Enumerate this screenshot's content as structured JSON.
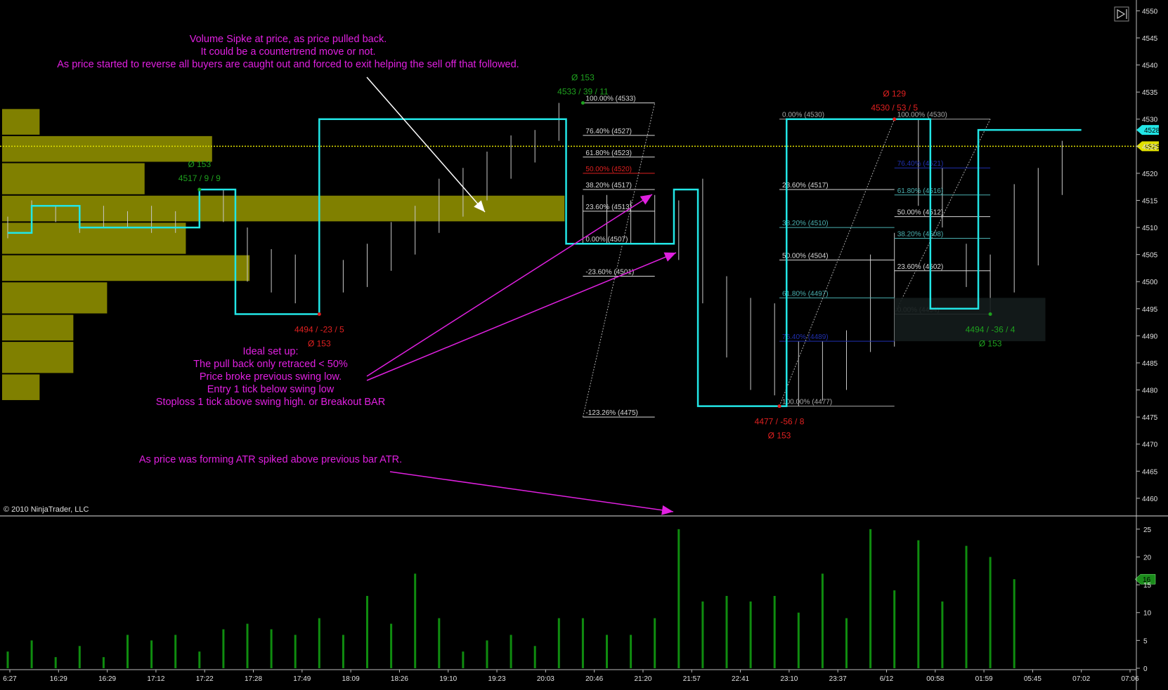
{
  "copyright": "© 2010 NinjaTrader, LLC",
  "colors": {
    "price_line": "#22e6e6",
    "volume_profile": "#808000",
    "volume_bar": "#0f8c0f",
    "annotation": "#e020e0",
    "fib_line": "#d8d8d8",
    "current_price": "#e0e000"
  },
  "chart_data": [
    {
      "type": "line",
      "title": "",
      "price_axis": {
        "ylim": [
          4457,
          4552
        ],
        "ticks": [
          4460,
          4465,
          4470,
          4475,
          4480,
          4485,
          4490,
          4495,
          4500,
          4505,
          4510,
          4515,
          4520,
          4525,
          4530,
          4535,
          4540,
          4545,
          4550
        ],
        "current_price": 4525,
        "last_price": 4528
      },
      "time_labels": [
        "6:27",
        "16:29",
        "16:29",
        "17:12",
        "17:22",
        "17:28",
        "17:49",
        "18:09",
        "18:26",
        "19:10",
        "19:23",
        "20:03",
        "20:46",
        "21:20",
        "21:57",
        "22:41",
        "23:10",
        "23:37",
        "6/12",
        "00:58",
        "01:59",
        "05:45",
        "07:02",
        "07:06"
      ],
      "step_price": [
        {
          "x": 0,
          "y": 4509
        },
        {
          "x": 1,
          "y": 4509
        },
        {
          "x": 1,
          "y": 4514
        },
        {
          "x": 3,
          "y": 4514
        },
        {
          "x": 3,
          "y": 4510
        },
        {
          "x": 8,
          "y": 4510
        },
        {
          "x": 8,
          "y": 4517
        },
        {
          "x": 9.5,
          "y": 4517
        },
        {
          "x": 9.5,
          "y": 4494
        },
        {
          "x": 13,
          "y": 4494
        },
        {
          "x": 13,
          "y": 4530
        },
        {
          "x": 23.3,
          "y": 4530
        },
        {
          "x": 23.3,
          "y": 4507
        },
        {
          "x": 27.8,
          "y": 4507
        },
        {
          "x": 27.8,
          "y": 4517
        },
        {
          "x": 28.8,
          "y": 4517
        },
        {
          "x": 28.8,
          "y": 4477
        },
        {
          "x": 32.5,
          "y": 4477
        },
        {
          "x": 32.5,
          "y": 4530
        },
        {
          "x": 38.5,
          "y": 4530
        },
        {
          "x": 38.5,
          "y": 4495
        },
        {
          "x": 40.5,
          "y": 4495
        },
        {
          "x": 40.5,
          "y": 4528
        },
        {
          "x": 44.8,
          "y": 4528
        }
      ],
      "price_bars": [
        {
          "x": 0,
          "high": 4512,
          "low": 4508
        },
        {
          "x": 1,
          "high": 4515,
          "low": 4509
        },
        {
          "x": 2,
          "high": 4514,
          "low": 4511
        },
        {
          "x": 3,
          "high": 4513,
          "low": 4509
        },
        {
          "x": 4,
          "high": 4514,
          "low": 4510
        },
        {
          "x": 5,
          "high": 4513,
          "low": 4510
        },
        {
          "x": 6,
          "high": 4514,
          "low": 4509
        },
        {
          "x": 7,
          "high": 4513,
          "low": 4509
        },
        {
          "x": 8,
          "high": 4516,
          "low": 4510
        },
        {
          "x": 9,
          "high": 4517,
          "low": 4511
        },
        {
          "x": 10,
          "high": 4510,
          "low": 4500
        },
        {
          "x": 11,
          "high": 4506,
          "low": 4498
        },
        {
          "x": 12,
          "high": 4505,
          "low": 4496
        },
        {
          "x": 13,
          "high": 4502,
          "low": 4494
        },
        {
          "x": 14,
          "high": 4504,
          "low": 4498
        },
        {
          "x": 15,
          "high": 4507,
          "low": 4499
        },
        {
          "x": 16,
          "high": 4511,
          "low": 4502
        },
        {
          "x": 17,
          "high": 4514,
          "low": 4505
        },
        {
          "x": 18,
          "high": 4519,
          "low": 4509
        },
        {
          "x": 19,
          "high": 4521,
          "low": 4512
        },
        {
          "x": 20,
          "high": 4524,
          "low": 4515
        },
        {
          "x": 21,
          "high": 4527,
          "low": 4519
        },
        {
          "x": 22,
          "high": 4528,
          "low": 4522
        },
        {
          "x": 23,
          "high": 4533,
          "low": 4526
        },
        {
          "x": 24,
          "high": 4516,
          "low": 4507
        },
        {
          "x": 25,
          "high": 4516,
          "low": 4507
        },
        {
          "x": 26,
          "high": 4515,
          "low": 4507
        },
        {
          "x": 27,
          "high": 4516,
          "low": 4507
        },
        {
          "x": 28,
          "high": 4515,
          "low": 4504
        },
        {
          "x": 29,
          "high": 4519,
          "low": 4496
        },
        {
          "x": 30,
          "high": 4501,
          "low": 4486
        },
        {
          "x": 31,
          "high": 4497,
          "low": 4480
        },
        {
          "x": 32,
          "high": 4496,
          "low": 4479
        },
        {
          "x": 33,
          "high": 4489,
          "low": 4477
        },
        {
          "x": 34,
          "high": 4489,
          "low": 4478
        },
        {
          "x": 35,
          "high": 4491,
          "low": 4480
        },
        {
          "x": 36,
          "high": 4505,
          "low": 4487
        },
        {
          "x": 37,
          "high": 4509,
          "low": 4488
        },
        {
          "x": 38,
          "high": 4530,
          "low": 4514
        },
        {
          "x": 39,
          "high": 4521,
          "low": 4510
        },
        {
          "x": 40,
          "high": 4507,
          "low": 4499
        },
        {
          "x": 41,
          "high": 4505,
          "low": 4494
        },
        {
          "x": 42,
          "high": 4518,
          "low": 4498
        },
        {
          "x": 43,
          "high": 4521,
          "low": 4503
        },
        {
          "x": 44,
          "high": 4526,
          "low": 4516
        }
      ],
      "volume_profile": [
        {
          "low": 4527,
          "high": 4532,
          "vol": 1.0
        },
        {
          "low": 4522,
          "high": 4527,
          "vol": 5.6
        },
        {
          "low": 4516,
          "high": 4522,
          "vol": 3.8
        },
        {
          "low": 4511,
          "high": 4516,
          "vol": 15.0
        },
        {
          "low": 4505,
          "high": 4511,
          "vol": 4.9
        },
        {
          "low": 4500,
          "high": 4505,
          "vol": 6.6
        },
        {
          "low": 4494,
          "high": 4500,
          "vol": 2.8
        },
        {
          "low": 4489,
          "high": 4494,
          "vol": 1.9
        },
        {
          "low": 4483,
          "high": 4489,
          "vol": 1.9
        },
        {
          "low": 4478,
          "high": 4483,
          "vol": 1.0
        }
      ],
      "fib_sets": [
        {
          "x1": 24,
          "x2": 27,
          "lines": [
            {
              "label": "100.00% (4533)",
              "price": 4533,
              "color": "#d8d8d8"
            },
            {
              "label": "76.40% (4527)",
              "price": 4527,
              "color": "#d8d8d8"
            },
            {
              "label": "61.80% (4523)",
              "price": 4523,
              "color": "#d8d8d8"
            },
            {
              "label": "50.00% (4520)",
              "price": 4520,
              "color": "#e02020"
            },
            {
              "label": "38.20% (4517)",
              "price": 4517,
              "color": "#d8d8d8"
            },
            {
              "label": "23.60% (4513)",
              "price": 4513,
              "color": "#d8d8d8"
            },
            {
              "label": "0.00% (4507)",
              "price": 4507,
              "color": "#d8d8d8"
            },
            {
              "label": "-23.60% (4501)",
              "price": 4501,
              "color": "#d8d8d8"
            },
            {
              "label": "-123.26% (4475)",
              "price": 4475,
              "color": "#d8d8d8"
            }
          ]
        },
        {
          "x1": 32.2,
          "x2": 37,
          "lines": [
            {
              "label": "0.00% (4530)",
              "price": 4530,
              "color": "#a8a8a8"
            },
            {
              "label": "23.60% (4517)",
              "price": 4517,
              "color": "#d8d8d8"
            },
            {
              "label": "38.20% (4510)",
              "price": 4510,
              "color": "#4ab0b0"
            },
            {
              "label": "50.00% (4504)",
              "price": 4504,
              "color": "#d8d8d8"
            },
            {
              "label": "61.80% (4497)",
              "price": 4497,
              "color": "#4ab0b0"
            },
            {
              "label": "76.40% (4489)",
              "price": 4489,
              "color": "#2030b0"
            },
            {
              "label": "100.00% (4477)",
              "price": 4477,
              "color": "#a8a8a8"
            }
          ]
        },
        {
          "x1": 37,
          "x2": 41,
          "lines": [
            {
              "label": "100.00% (4530)",
              "price": 4530,
              "color": "#a8a8a8"
            },
            {
              "label": "76.40% (4521)",
              "price": 4521,
              "color": "#2030b0"
            },
            {
              "label": "61.80% (4516)",
              "price": 4516,
              "color": "#4ab0b0"
            },
            {
              "label": "50.00% (4512)",
              "price": 4512,
              "color": "#d8d8d8"
            },
            {
              "label": "38.20% (4508)",
              "price": 4508,
              "color": "#4ab0b0"
            },
            {
              "label": "23.60% (4502)",
              "price": 4502,
              "color": "#d8d8d8"
            },
            {
              "label": "0.00% (4494)",
              "price": 4494,
              "color": "#a8a8a8"
            }
          ]
        }
      ],
      "swing_labels": [
        {
          "x": 8,
          "price": 4517,
          "lines": [
            "Ø 153",
            "4517 / 9 / 9"
          ],
          "color": "#1ea01e",
          "pos": "above"
        },
        {
          "x": 13,
          "price": 4494,
          "lines": [
            "4494 / -23 / 5",
            "Ø 153"
          ],
          "color": "#e02020",
          "pos": "below"
        },
        {
          "x": 24,
          "price": 4533,
          "lines": [
            "Ø 153",
            "4533 / 39 / 11"
          ],
          "color": "#1ea01e",
          "pos": "above"
        },
        {
          "x": 32.2,
          "price": 4477,
          "lines": [
            "4477 / -56 / 8",
            "Ø 153"
          ],
          "color": "#e02020",
          "pos": "below"
        },
        {
          "x": 37,
          "price": 4530,
          "lines": [
            "Ø 129",
            "4530 / 53 / 5"
          ],
          "color": "#e02020",
          "pos": "above"
        },
        {
          "x": 41,
          "price": 4494,
          "lines": [
            "4494 / -36 / 4",
            "Ø 153"
          ],
          "color": "#1ea01e",
          "pos": "below"
        }
      ],
      "annotations": [
        {
          "lines": [
            "Volume Sipke at price, as price pulled back.",
            "It could be a countertrend move or not.",
            "As price started to reverse all buyers are caught out and forced to exit helping the sell off that followed."
          ]
        },
        {
          "lines": [
            "Ideal set up:",
            "The pull back only retraced < 50%",
            "Price broke previous swing low.",
            "Entry 1 tick below swing low",
            "Stoploss 1 tick above swing high. or Breakout BAR"
          ]
        },
        {
          "lines": [
            "As price was forming ATR spiked above previous bar ATR."
          ]
        }
      ]
    },
    {
      "type": "bar",
      "title": "",
      "ylim": [
        0,
        27
      ],
      "ticks": [
        0,
        5,
        10,
        15,
        20,
        25
      ],
      "last_value": 16,
      "values": [
        3,
        5,
        2,
        4,
        2,
        6,
        5,
        6,
        3,
        7,
        8,
        7,
        6,
        9,
        6,
        13,
        8,
        17,
        9,
        3,
        5,
        6,
        4,
        9,
        9,
        6,
        6,
        9,
        25,
        12,
        13,
        12,
        13,
        10,
        17,
        9,
        25,
        14,
        23,
        12,
        22,
        20,
        16
      ]
    }
  ]
}
